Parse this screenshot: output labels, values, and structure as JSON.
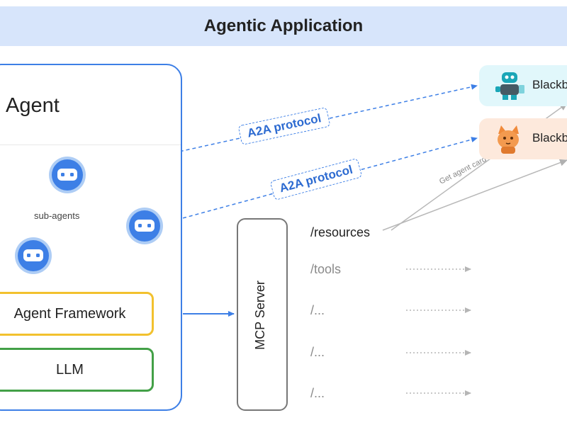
{
  "banner": {
    "title": "Agentic Application"
  },
  "agent": {
    "title": "Agent",
    "subagents_label": "sub-agents",
    "framework_label": "Agent Framework",
    "llm_label": "LLM"
  },
  "protocols": {
    "a2a_top": "A2A protocol",
    "a2a_bottom": "A2A protocol"
  },
  "mcp": {
    "server_label": "MCP Server",
    "resources": [
      "/resources",
      "/tools",
      "/...",
      "/...",
      "/..."
    ]
  },
  "remote_agents": [
    {
      "label": "Blackb",
      "icon": "robot-icon",
      "bg": "#e1f7fb"
    },
    {
      "label": "Blackb",
      "icon": "cat-icon",
      "bg": "#fde9dc"
    }
  ],
  "get_agent_card_label": "Get agent card",
  "colors": {
    "accent_blue": "#3d7fe6",
    "banner": "#d7e5fb",
    "framework": "#f2c12e",
    "llm": "#43a047"
  }
}
